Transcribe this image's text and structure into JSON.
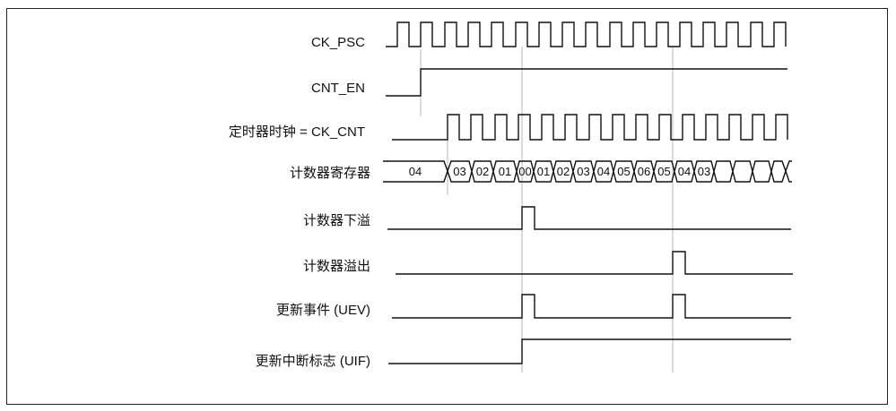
{
  "signals": {
    "ck_psc": "CK_PSC",
    "cnt_en": "CNT_EN",
    "timer_clock": "定时器时钟 = CK_CNT",
    "counter_register": "计数器寄存器",
    "underflow": "计数器下溢",
    "overflow": "计数器溢出",
    "update_event": "更新事件 (UEV)",
    "update_flag": "更新中断标志 (UIF)"
  },
  "counter_values": [
    "04",
    "03",
    "02",
    "01",
    "00",
    "01",
    "02",
    "03",
    "04",
    "05",
    "06",
    "05",
    "04",
    "03"
  ]
}
